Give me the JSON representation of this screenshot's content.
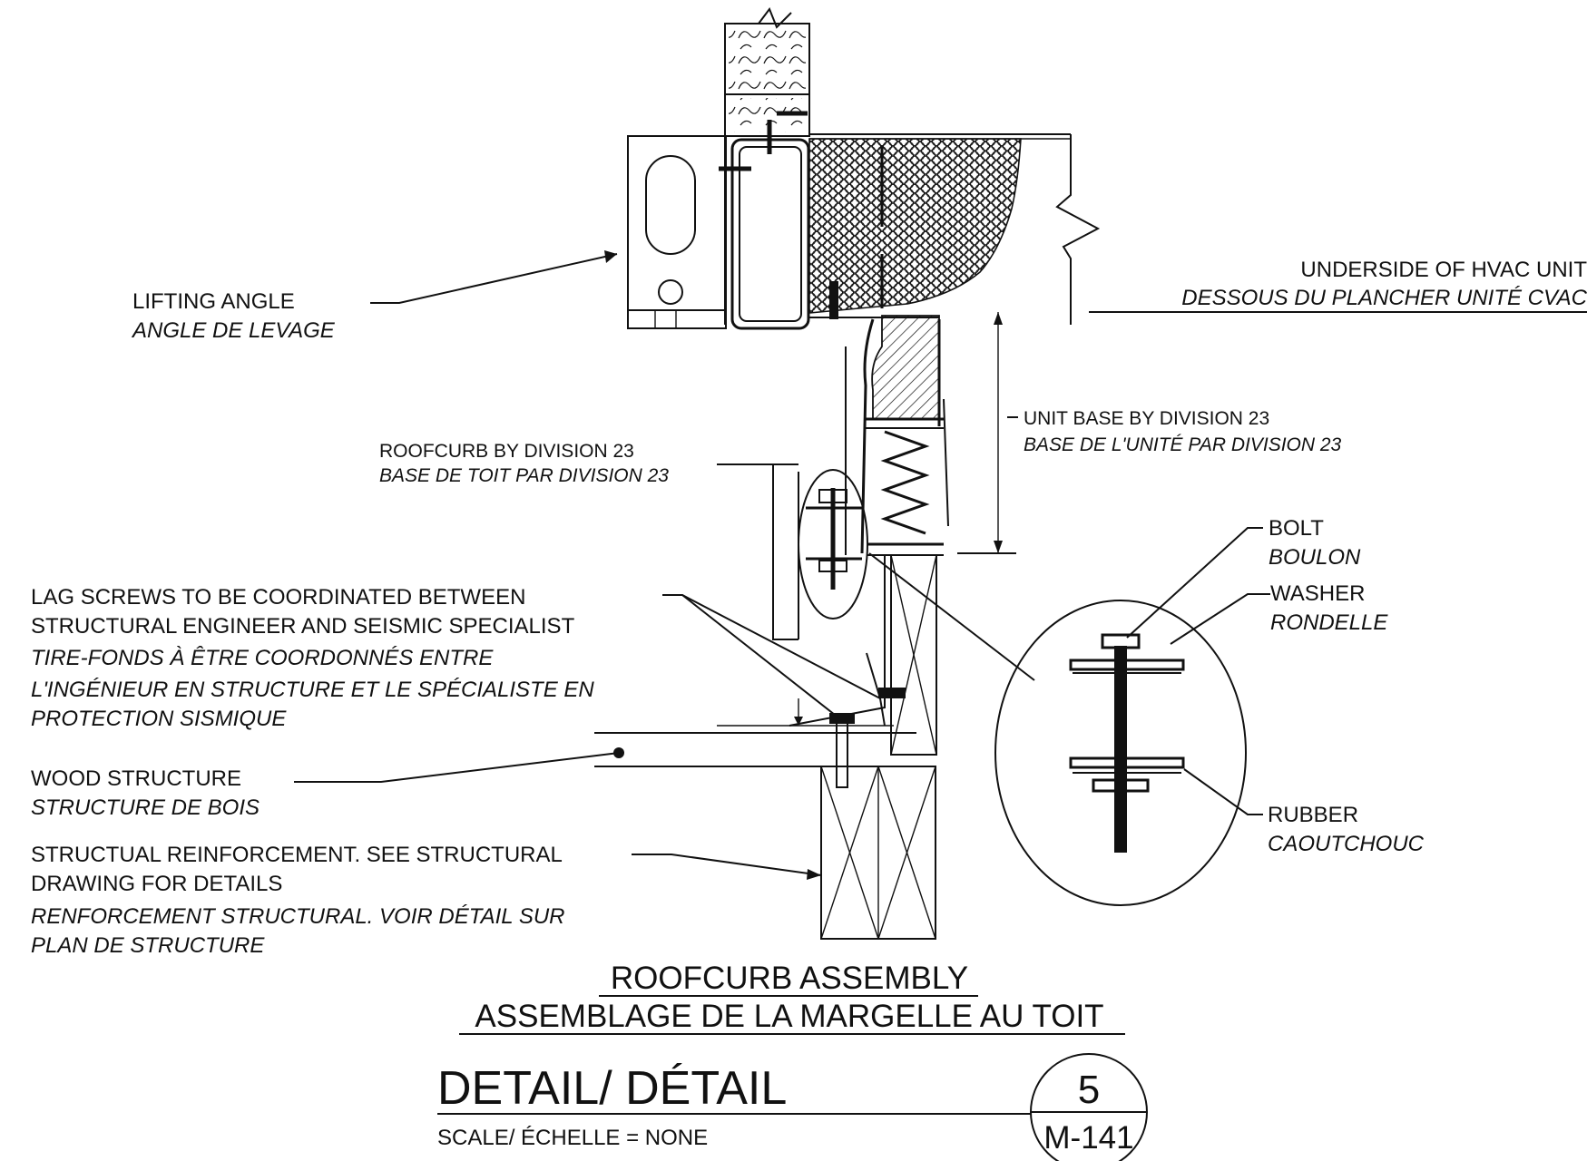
{
  "labels": {
    "lifting_angle": "LIFTING ANGLE",
    "lifting_angle_fr": "ANGLE DE LEVAGE",
    "underside": "UNDERSIDE OF HVAC UNIT",
    "underside_fr": "DESSOUS DU PLANCHER UNITÉ CVAC",
    "unit_base": "UNIT BASE BY DIVISION 23",
    "unit_base_fr": "BASE DE L'UNITÉ PAR DIVISION 23",
    "roofcurb": "ROOFCURB BY DIVISION 23",
    "roofcurb_fr": "BASE DE TOIT PAR DIVISION 23",
    "lag_1": "LAG SCREWS TO BE COORDINATED BETWEEN",
    "lag_2": "STRUCTURAL ENGINEER AND SEISMIC SPECIALIST",
    "lag_fr_1": "TIRE-FONDS À ÊTRE COORDONNÉS ENTRE",
    "lag_fr_2": "L'INGÉNIEUR EN STRUCTURE ET LE SPÉCIALISTE EN",
    "lag_fr_3": "PROTECTION SISMIQUE",
    "wood": "WOOD STRUCTURE",
    "wood_fr": "STRUCTURE DE BOIS",
    "reinf_1": "STRUCTUAL REINFORCEMENT. SEE STRUCTURAL",
    "reinf_2": "DRAWING FOR DETAILS",
    "reinf_fr_1": "RENFORCEMENT STRUCTURAL. VOIR DÉTAIL SUR",
    "reinf_fr_2": "PLAN DE STRUCTURE",
    "bolt": "BOLT",
    "bolt_fr": "BOULON",
    "washer": "WASHER",
    "washer_fr": "RONDELLE",
    "rubber": "RUBBER",
    "rubber_fr": "CAOUTCHOUC"
  },
  "title": {
    "line1": "ROOFCURB ASSEMBLY",
    "line2": "ASSEMBLAGE DE LA MARGELLE AU TOIT",
    "detail": "DETAIL/  DÉTAIL",
    "scale": "SCALE/  ÉCHELLE  = NONE",
    "number": "5",
    "sheet": "M-141"
  }
}
